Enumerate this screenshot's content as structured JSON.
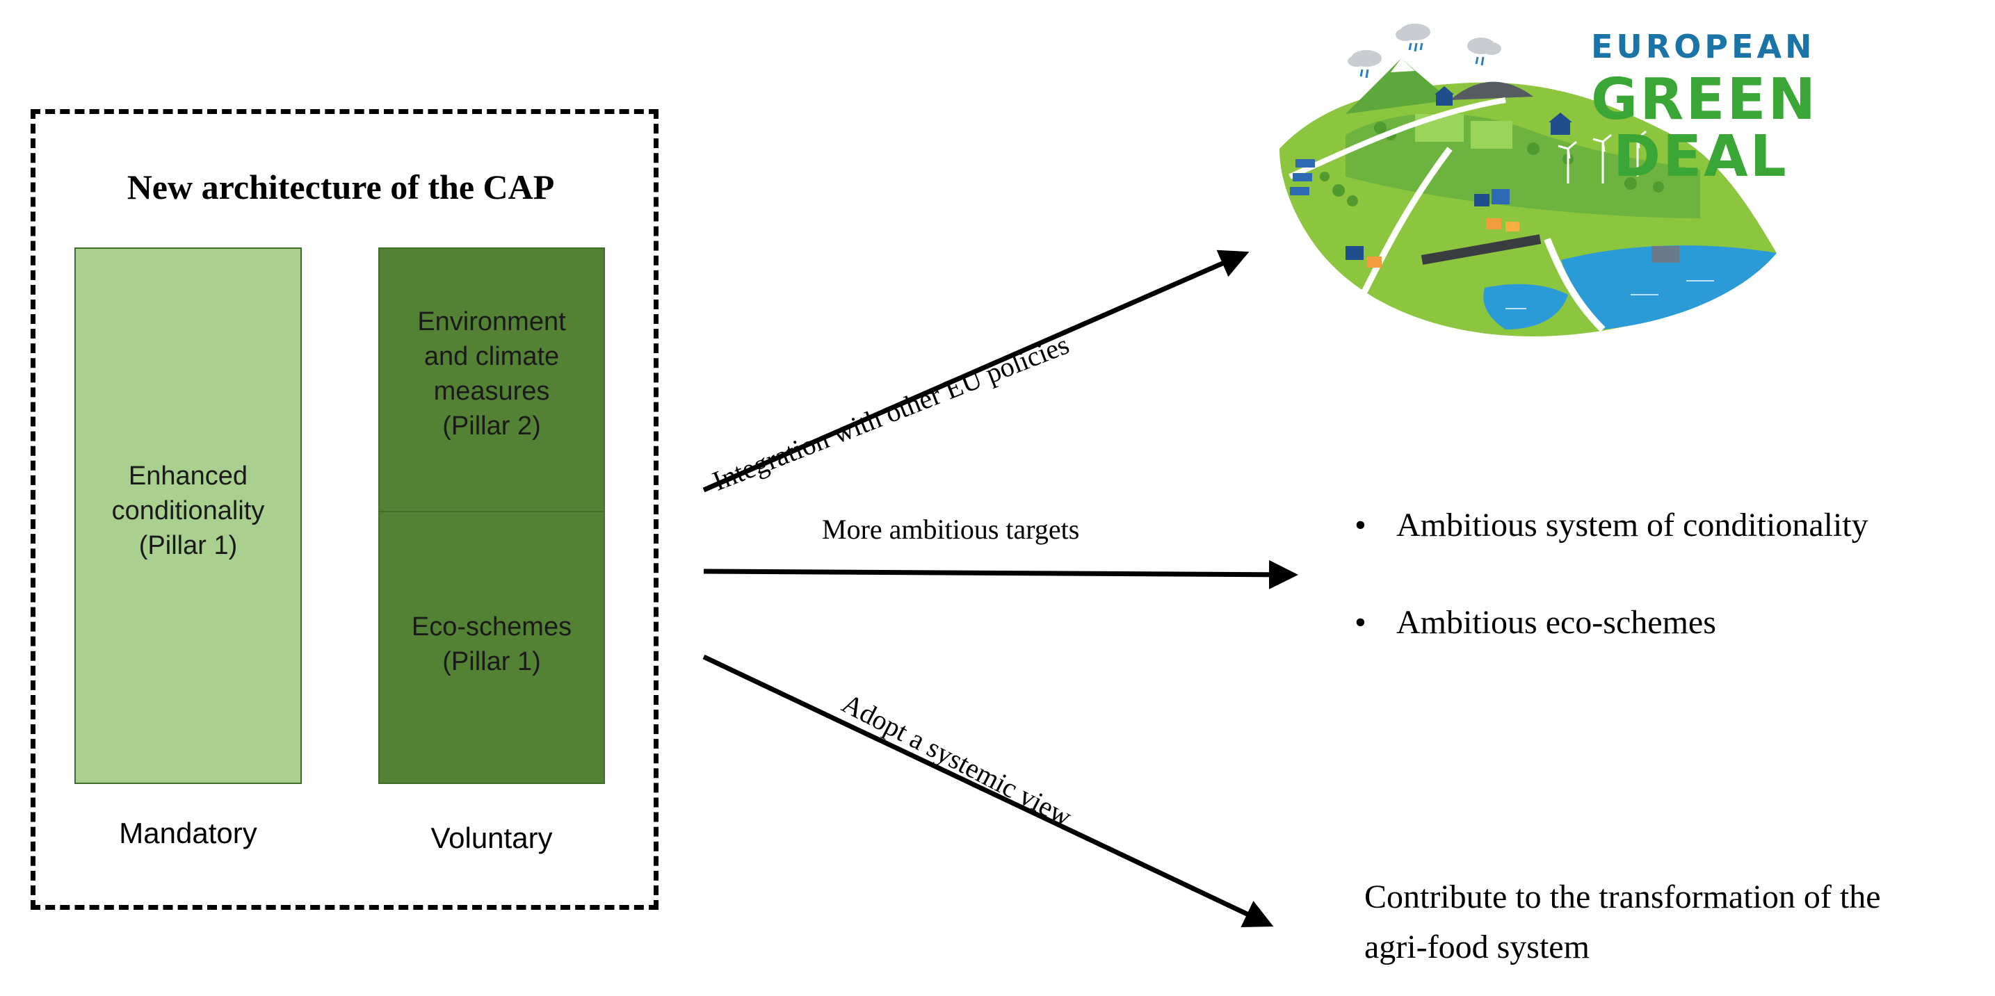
{
  "cap": {
    "title": "New  architecture of the CAP",
    "mandatory_box": "Enhanced\nconditionality\n(Pillar  1)",
    "voluntary_top_box": "Environment\nand climate\nmeasures\n(Pillar 2)",
    "voluntary_bottom_box": "Eco-schemes\n(Pillar  1)",
    "mandatory_caption": "Mandatory",
    "voluntary_caption": "Voluntary"
  },
  "arrows": {
    "integration_label": "Integration  with other EU policies",
    "targets_label": "More ambitious targets",
    "systemic_label": "Adopt  a systemic  view"
  },
  "targets": {
    "bullets": [
      "Ambitious system of conditionality",
      "Ambitious eco-schemes"
    ]
  },
  "outcome": {
    "line1": "Contribute to the transformation of the",
    "line2": "agri-food system"
  },
  "logo": {
    "line1": "EUROPEAN",
    "line2": "GREEN",
    "line3": "DEAL"
  },
  "colors": {
    "light_green": "#a9d08e",
    "dark_green": "#548235",
    "logo_blue": "#1a74a8",
    "logo_green": "#3aa635"
  }
}
